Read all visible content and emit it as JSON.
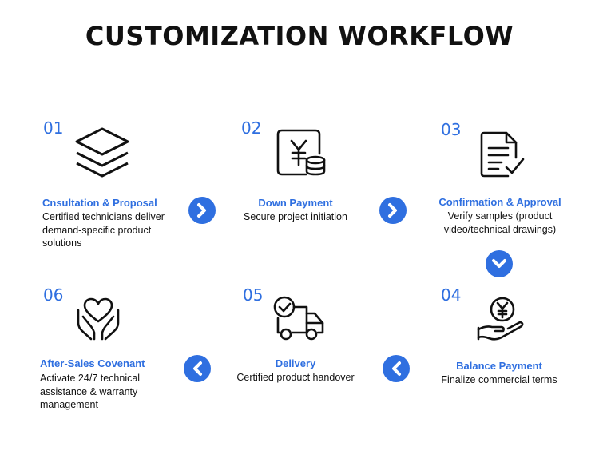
{
  "title": "CUSTOMIZATION WORKFLOW",
  "accent_color": "#2f6fe0",
  "steps": [
    {
      "number": "01",
      "title": "Cnsultation & Proposal",
      "description": "Certified technicians deliver demand-specific product solutions",
      "icon": "layers-icon"
    },
    {
      "number": "02",
      "title": "Down Payment",
      "description": "Secure project initiation",
      "icon": "yen-coins-icon"
    },
    {
      "number": "03",
      "title": "Confirmation & Approval",
      "description": "Verify samples (product video/technical drawings)",
      "icon": "document-check-icon"
    },
    {
      "number": "04",
      "title": "Balance Payment",
      "description": "Finalize commercial terms",
      "icon": "yen-hand-icon"
    },
    {
      "number": "05",
      "title": "Delivery",
      "description": "Certified product handover",
      "icon": "delivery-truck-icon"
    },
    {
      "number": "06",
      "title": "After-Sales Covenant",
      "description": "Activate 24/7 technical assistance & warranty management",
      "icon": "heart-hands-icon"
    }
  ],
  "arrows": [
    "arrow-right-icon",
    "arrow-right-icon",
    "arrow-down-icon",
    "arrow-left-icon",
    "arrow-left-icon"
  ]
}
